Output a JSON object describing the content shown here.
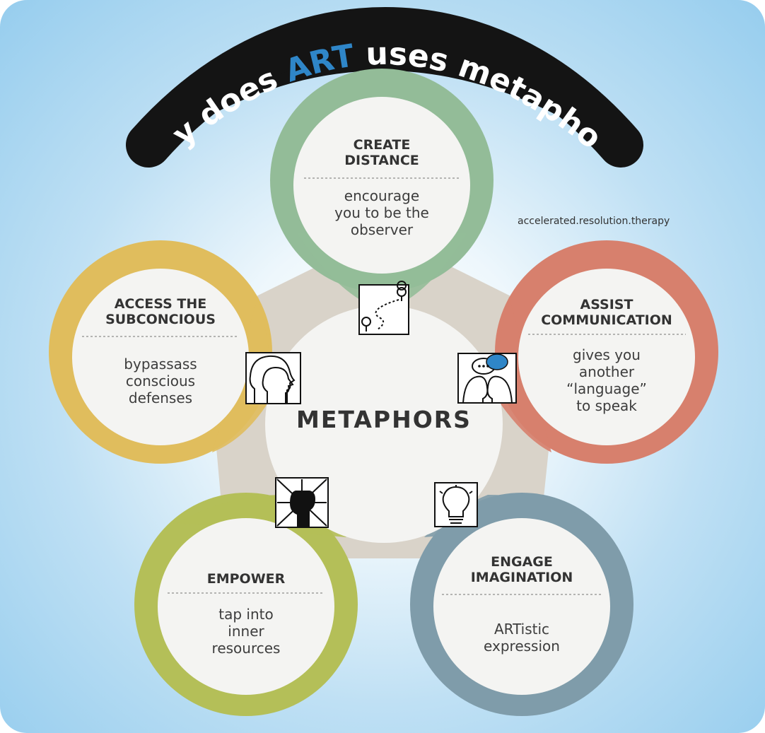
{
  "title": {
    "prefix": "Why does ",
    "accent": "ART",
    "suffix": " uses metaphors?"
  },
  "credit": "accelerated.resolution.therapy",
  "center": {
    "label": "METAPHORS"
  },
  "colors": {
    "green": "#93bc98",
    "salmon": "#d7806d",
    "slate": "#7f9caa",
    "olive": "#b4bf58",
    "mustard": "#e0bd5d",
    "title_bar": "#141414",
    "title_accent": "#2f86c8"
  },
  "nodes": [
    {
      "id": "create-distance",
      "heading": [
        "CREATE",
        "DISTANCE"
      ],
      "body": [
        "encourage",
        "you to be the",
        "observer"
      ],
      "icon": "map-route-icon"
    },
    {
      "id": "assist-communication",
      "heading": [
        "ASSIST",
        "COMMUNICATION"
      ],
      "body": [
        "gives you",
        "another",
        "“language”",
        "to speak"
      ],
      "icon": "speech-bubbles-icon"
    },
    {
      "id": "engage-imagination",
      "heading": [
        "ENGAGE",
        "IMAGINATION"
      ],
      "body": [
        "ARTistic",
        "expression"
      ],
      "icon": "lightbulb-icon"
    },
    {
      "id": "empower",
      "heading": [
        "EMPOWER"
      ],
      "body": [
        "tap into",
        "inner",
        "resources"
      ],
      "icon": "raised-fist-icon"
    },
    {
      "id": "access-subconscious",
      "heading": [
        "ACCESS THE",
        "SUBCONCIOUS"
      ],
      "body": [
        "bypassass",
        "conscious",
        "defenses"
      ],
      "icon": "head-profile-icon"
    }
  ]
}
